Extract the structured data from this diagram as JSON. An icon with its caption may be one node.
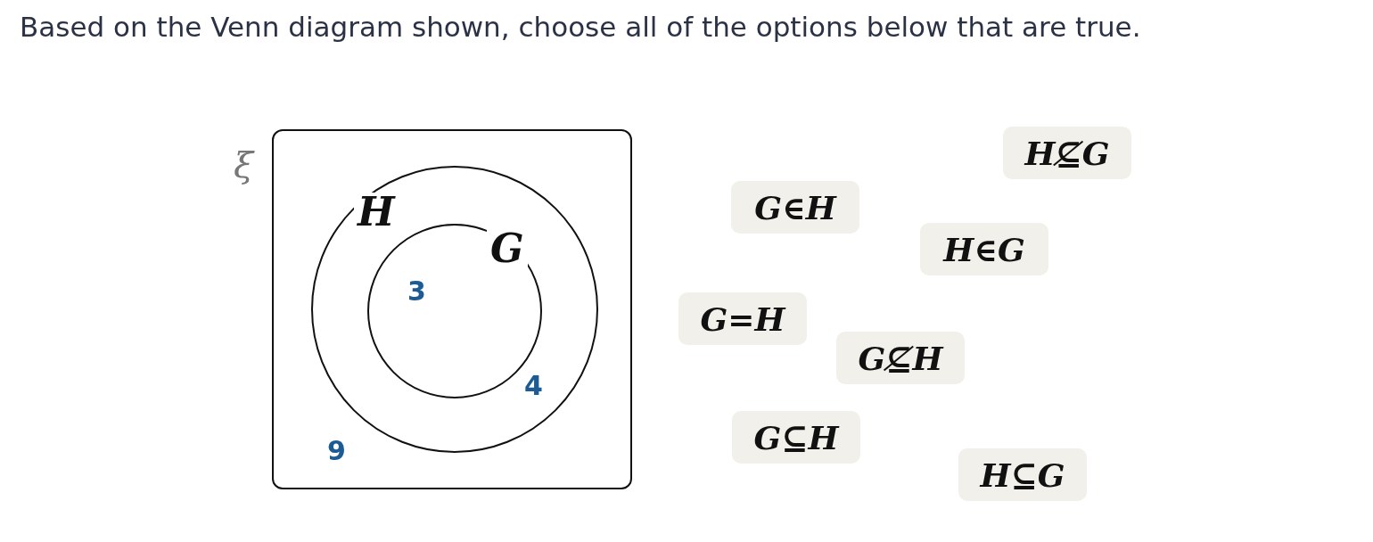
{
  "diagram": {
    "title": "Based on the Venn diagram shown, choose all of the options below that are true.",
    "nodes": [
      {
        "text": [
          "ξ"
        ]
      },
      {
        "text": [
          "H"
        ],
        "in": 0
      },
      {
        "text": [
          "G"
        ],
        "in": 1
      },
      {
        "text": [
          "H⊈G"
        ]
      },
      {
        "text": [
          "G∈H"
        ]
      },
      {
        "text": [
          "H∈G"
        ]
      },
      {
        "text": [
          "G=H"
        ]
      },
      {
        "text": [
          "G⊈H"
        ]
      },
      {
        "text": [
          "G⊆H"
        ]
      },
      {
        "text": [
          "H⊆G"
        ]
      }
    ],
    "labels": [
      "3",
      "4",
      "9"
    ]
  }
}
